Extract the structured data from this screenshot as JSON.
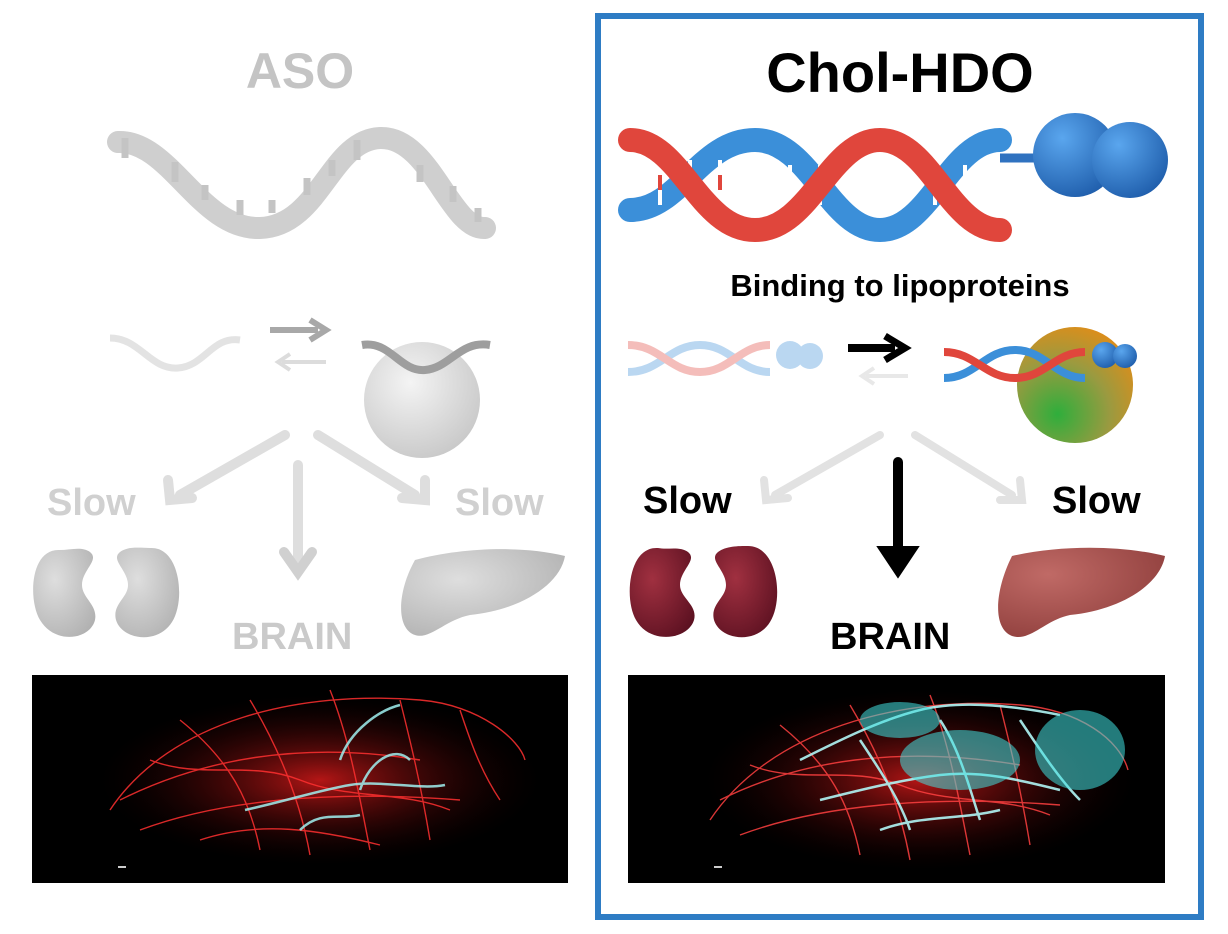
{
  "aso": {
    "title": "ASO",
    "slow_left": "Slow",
    "slow_right": "Slow",
    "brain": "BRAIN"
  },
  "chol_hdo": {
    "title": "Chol-HDO",
    "binding": "Binding to lipoproteins",
    "slow_left": "Slow",
    "slow_right": "Slow",
    "brain": "BRAIN"
  },
  "colors": {
    "frame": "#2e7cc4",
    "strand_red": "#e0463c",
    "strand_blue": "#3b8fd9",
    "kidney": "#7a1e2c",
    "liver": "#a04a48",
    "vessel_red": "#e02020",
    "tracer_cyan": "#3fe0e0"
  }
}
